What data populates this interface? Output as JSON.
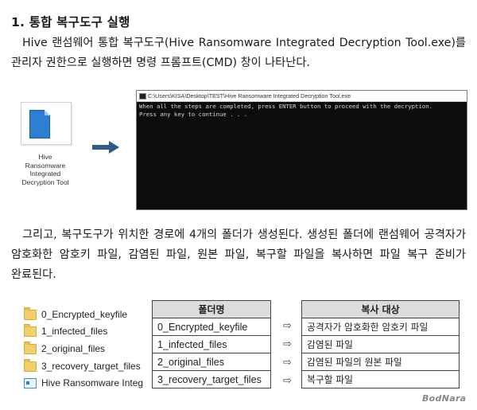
{
  "heading": "1. 통합 복구도구 실행",
  "paragraph1": "Hive 랜섬웨어 통합 복구도구(Hive Ransomware Integrated Decryption Tool.exe)를 관리자 권한으로 실행하면 명령 프롬프트(CMD) 창이 나타난다.",
  "app_icon": {
    "icon": "executable-file-icon",
    "label_lines": [
      "Hive",
      "Ransomware",
      "Integrated",
      "Decryption Tool"
    ]
  },
  "arrow_icon": "right-arrow-icon",
  "console": {
    "title": "C:\\Users\\KISA\\Desktop\\TEST\\Hive Ransomware Integrated Decryption Tool.exe",
    "lines": [
      "When all the steps are completed, press ENTER button to proceed with the decryption.",
      "Press any key to continue . . ."
    ]
  },
  "paragraph2": "그리고, 복구도구가 위치한 경로에 4개의 폴더가 생성된다. 생성된 폴더에 랜섬웨어 공격자가 암호화한 암호키 파일, 감염된 파일, 원본 파일, 복구할 파일을 복사하면 파일 복구 준비가 완료된다.",
  "file_list": [
    {
      "icon": "folder-icon",
      "name": "0_Encrypted_keyfile"
    },
    {
      "icon": "folder-icon",
      "name": "1_infected_files"
    },
    {
      "icon": "folder-icon",
      "name": "2_original_files"
    },
    {
      "icon": "folder-icon",
      "name": "3_recovery_target_files"
    },
    {
      "icon": "executable-file-icon",
      "name": "Hive Ransomware Integ"
    }
  ],
  "folder_table": {
    "header": "폴더명",
    "rows": [
      "0_Encrypted_keyfile",
      "1_infected_files",
      "2_original_files",
      "3_recovery_target_files"
    ]
  },
  "mapping_symbol": "⇨",
  "copy_table": {
    "header": "복사 대상",
    "rows": [
      "공격자가 암호화한 암호키 파일",
      "감염된 파일",
      "감염된 파일의 원본 파일",
      "복구할 파일"
    ]
  },
  "watermark": "BodNara"
}
